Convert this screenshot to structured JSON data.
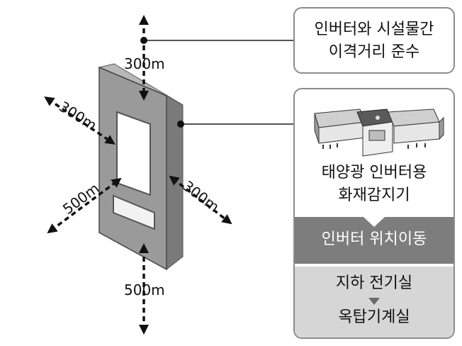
{
  "distances": {
    "top": "300m",
    "left_upper": "300m",
    "left_lower": "500m",
    "right": "300m",
    "bottom": "500m"
  },
  "callout_top": {
    "line1": "인버터와 시설물간",
    "line2": "이격거리 준수"
  },
  "callout_detector": {
    "line1": "태양광 인버터용",
    "line2": "화재감지기",
    "band": "인버터 위치이동",
    "option1": "지하 전기실",
    "option2": "옥탑기계실"
  },
  "colors": {
    "box_border": "#8c8c8c",
    "inverter_face": "#9a9a9a",
    "inverter_side": "#7a7a7a",
    "band_dark": "#7d7d7d",
    "band_light": "#d6d6d6"
  },
  "icons": {
    "arrow": "down-triangle-icon"
  }
}
